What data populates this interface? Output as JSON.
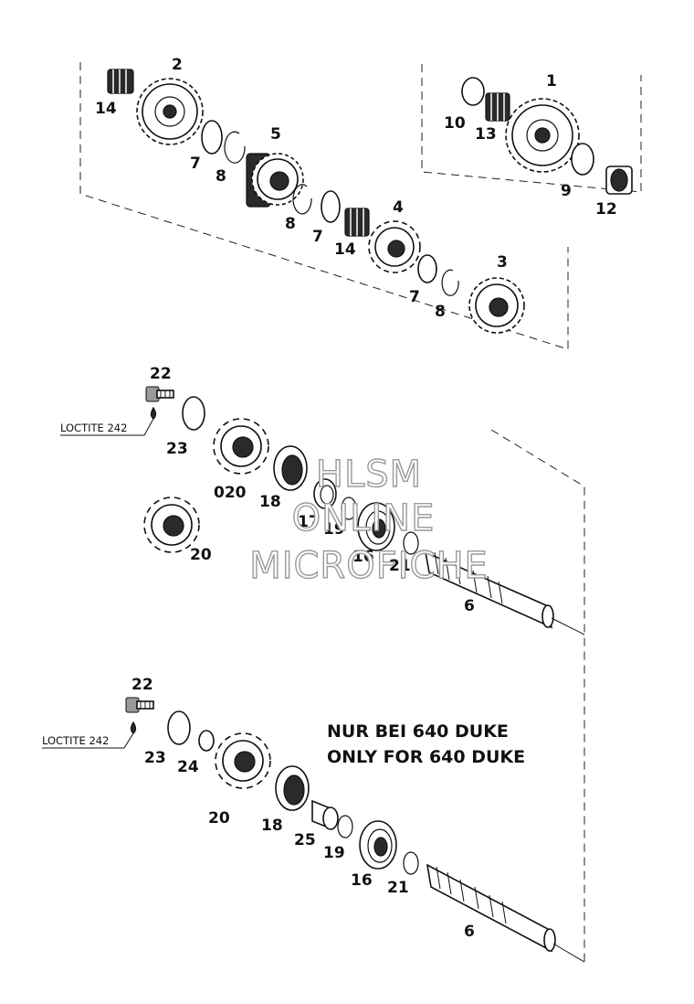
{
  "labels": {
    "p1": "1",
    "p2": "2",
    "p3": "3",
    "p4": "4",
    "p5": "5",
    "p6a": "6",
    "p6b": "6",
    "p7a": "7",
    "p7b": "7",
    "p7c": "7",
    "p8a": "8",
    "p8b": "8",
    "p8c": "8",
    "p9": "9",
    "p10": "10",
    "p12": "12",
    "p13": "13",
    "p14a": "14",
    "p14b": "14",
    "p16a": "16",
    "p16b": "16",
    "p17": "17",
    "p18a": "18",
    "p18b": "18",
    "p19a": "19",
    "p19b": "19",
    "p20a": "20",
    "p20b": "20",
    "p21a": "21",
    "p21b": "21",
    "p22a": "22",
    "p22b": "22",
    "p23a": "23",
    "p23b": "23",
    "p24": "24",
    "p25": "25",
    "p020": "020"
  },
  "loctite": [
    "LOCTITE 242",
    "LOCTITE 242"
  ],
  "note": {
    "de": "NUR BEI 640 DUKE",
    "en": "ONLY FOR 640 DUKE"
  },
  "watermark": [
    "HLSM",
    "ONLINE",
    "MICROFICHE"
  ]
}
